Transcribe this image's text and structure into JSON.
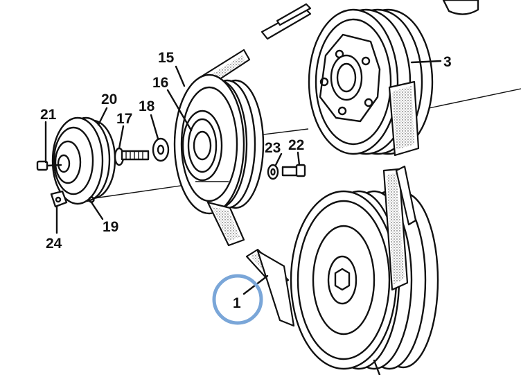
{
  "callouts": {
    "c1": "1",
    "c3": "3",
    "c15": "15",
    "c16": "16",
    "c17": "17",
    "c18": "18",
    "c19": "19",
    "c20": "20",
    "c21": "21",
    "c22": "22",
    "c23": "23",
    "c24": "24"
  },
  "highlight": {
    "target": "1",
    "color": "#7aa6d8"
  },
  "colors": {
    "ink": "#111111",
    "paper": "#ffffff"
  }
}
